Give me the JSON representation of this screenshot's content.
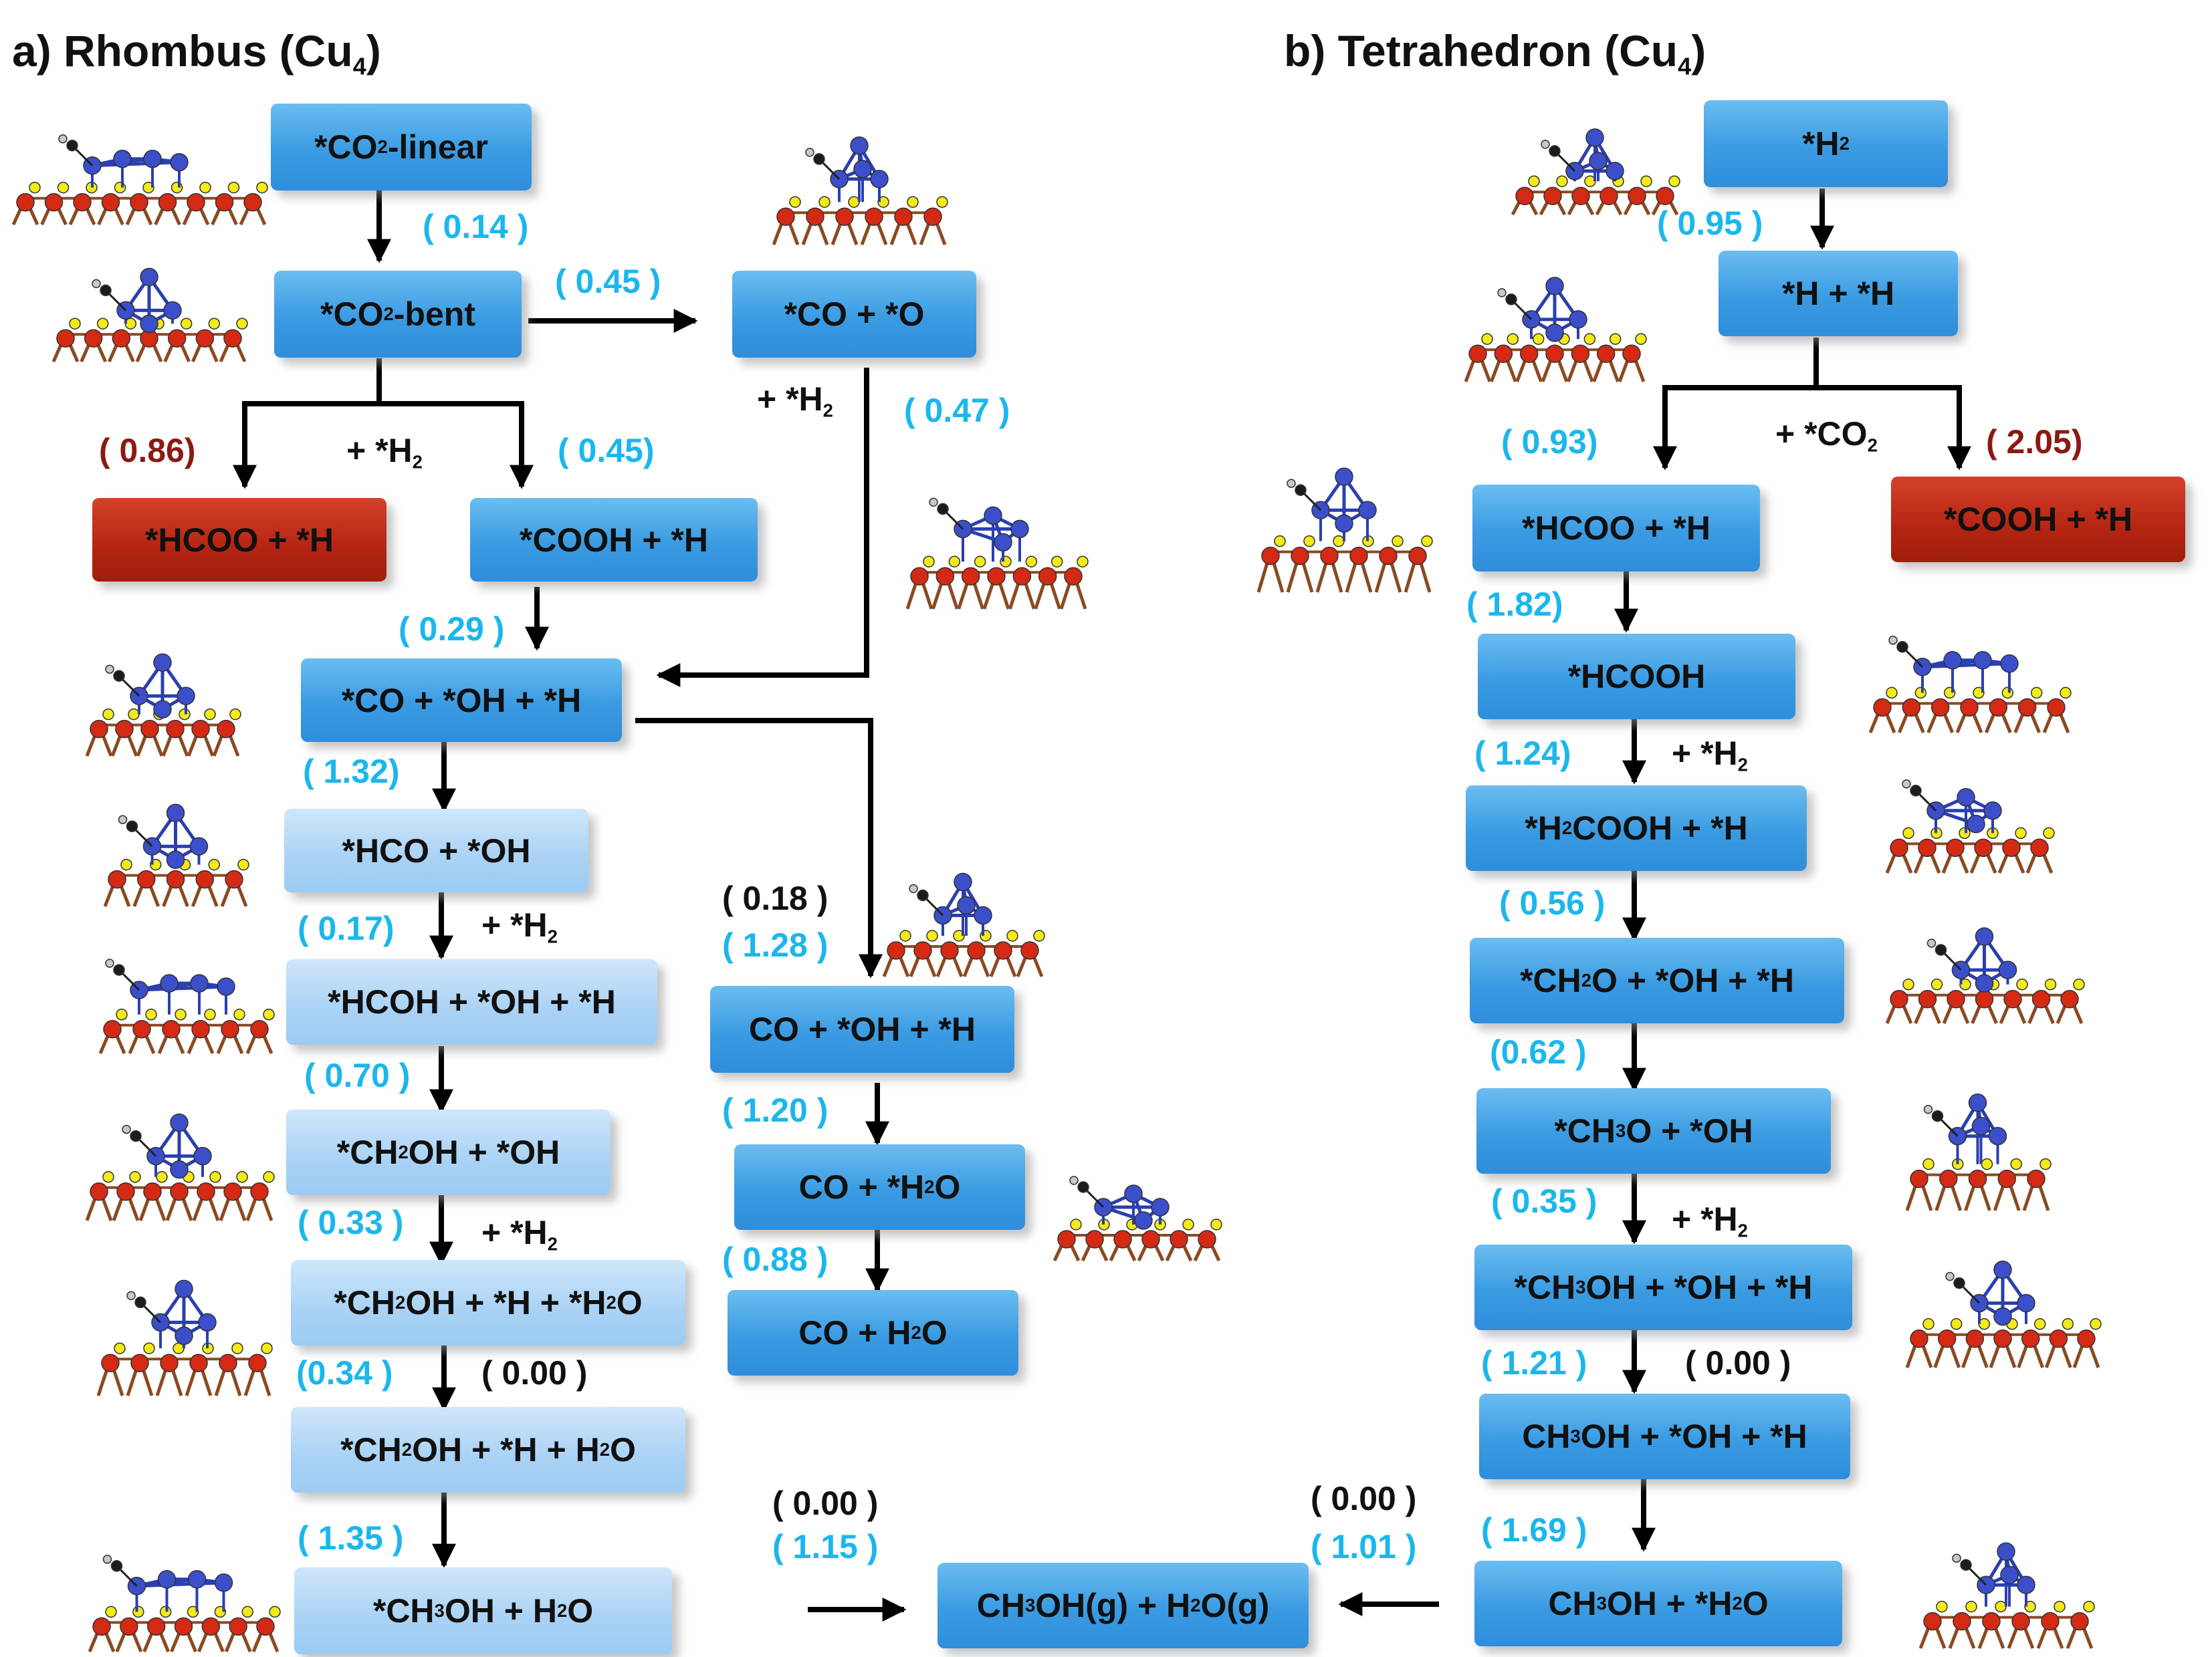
{
  "titles": {
    "a_pre": "a) Rhombus (Cu",
    "a_sub": "4",
    "a_post": ")",
    "b_pre": "b) Tetrahedron (Cu",
    "b_sub": "4",
    "b_post": ")"
  },
  "boxes": {
    "co2_linear": {
      "pre": "*CO",
      "sub": "2",
      "post": "-linear"
    },
    "co2_bent": {
      "pre": "*CO",
      "sub": "2",
      "post": "-bent"
    },
    "co_o": {
      "text": "*CO + *O"
    },
    "hcoo_h_a": {
      "text": "*HCOO + *H"
    },
    "cooh_h_a": {
      "text": "*COOH + *H"
    },
    "co_oh_h": {
      "text": "*CO + *OH + *H"
    },
    "hco_oh": {
      "text": "*HCO + *OH"
    },
    "hcoh_oh_h": {
      "text": "*HCOH + *OH + *H"
    },
    "ch2oh_oh": {
      "pre": "*CH",
      "sub": "2",
      "post": "OH + *OH"
    },
    "ch2oh_h_h2o_ads": {
      "pre": "*CH",
      "sub": "2",
      "post": "OH + *H + *H",
      "sub2": "2",
      "post2": "O"
    },
    "ch2oh_h_h2o": {
      "pre": "*CH",
      "sub": "2",
      "post": "OH + *H + H",
      "sub2": "2",
      "post2": "O"
    },
    "ch3oh_h2o_a": {
      "pre": "*CH",
      "sub": "3",
      "post": "OH + H",
      "sub2": "2",
      "post2": "O"
    },
    "co_g_oh_h": {
      "text": "CO + *OH + *H"
    },
    "co_g_h2o_ads": {
      "pre": "CO + *H",
      "sub": "2",
      "post": "O"
    },
    "co_g_h2o": {
      "pre": "CO + H",
      "sub": "2",
      "post": "O"
    },
    "final": {
      "pre": "CH",
      "sub": "3",
      "post": "OH(g) + H",
      "sub2": "2",
      "post2": "O(g)"
    },
    "h2": {
      "pre": "*H",
      "sub": "2",
      "post": ""
    },
    "h_h": {
      "text": "*H + *H"
    },
    "hcoo_h_b": {
      "text": "*HCOO + *H"
    },
    "cooh_h_b": {
      "text": "*COOH + *H"
    },
    "hcooh": {
      "text": "*HCOOH"
    },
    "h2cooh_h": {
      "pre": "*H",
      "sub": "2",
      "post": "COOH + *H"
    },
    "ch2o_oh_h": {
      "pre": "*CH",
      "sub": "2",
      "post": "O + *OH  + *H"
    },
    "ch3o_oh": {
      "pre": "*CH",
      "sub": "3",
      "post": "O + *OH"
    },
    "ch3oh_oh_h_ads": {
      "pre": "*CH",
      "sub": "3",
      "post": "OH + *OH + *H"
    },
    "ch3oh_g_oh_h": {
      "pre": "CH",
      "sub": "3",
      "post": "OH + *OH + *H"
    },
    "ch3oh_h2o_b": {
      "pre": "CH",
      "sub": "3",
      "post": "OH + *H",
      "sub2": "2",
      "post2": "O"
    }
  },
  "energies": {
    "e014": "( 0.14 )",
    "e045a": "( 0.45 )",
    "e086": "( 0.86)",
    "e045b": "( 0.45)",
    "e047": "( 0.47 )",
    "e029": "( 0.29 )",
    "e132": "( 1.32)",
    "e017": "( 0.17)",
    "e070": "( 0.70 )",
    "e033": "( 0.33 )",
    "e034": "(0.34 )",
    "e000a": "( 0.00 )",
    "e135": "( 1.35 )",
    "e018": "( 0.18 )",
    "e128": "( 1.28 )",
    "e120": "( 1.20 )",
    "e088": "( 0.88 )",
    "e000b": "( 0.00 )",
    "e115": "( 1.15 )",
    "e000c": "( 0.00 )",
    "e101": "( 1.01 )",
    "e095": "( 0.95 )",
    "e093": "( 0.93)",
    "e205": "( 2.05)",
    "e182": "( 1.82)",
    "e124": "( 1.24)",
    "e056": "( 0.56 )",
    "e062": "(0.62 )",
    "e035": "( 0.35 )",
    "e121": "( 1.21  )",
    "e000d": "( 0.00 )",
    "e169": "( 1.69 )"
  },
  "reactants": {
    "h2": {
      "pre": "+ *H",
      "sub": "2"
    },
    "co2": {
      "pre": "+ *CO",
      "sub": "2"
    }
  },
  "colors": {
    "box_blue": "#3a9be2",
    "box_light": "#a9d2f5",
    "box_red": "#b52512",
    "energy_cyan": "#1bb7ec",
    "energy_red": "#8b1a12",
    "cu_atom": "#3a4fc9",
    "o_atom": "#d42a14",
    "s_atom": "#f2ea1a"
  }
}
